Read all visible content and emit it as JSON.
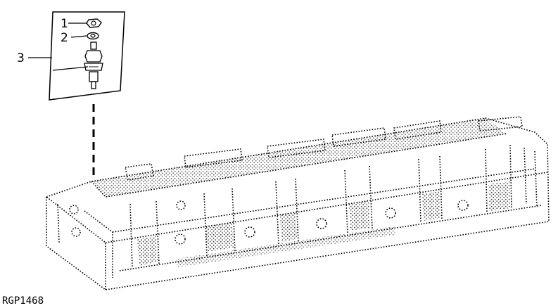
{
  "callouts": {
    "item1": "1",
    "item2": "2",
    "item3": "3"
  },
  "figure_id": "RGP1468"
}
